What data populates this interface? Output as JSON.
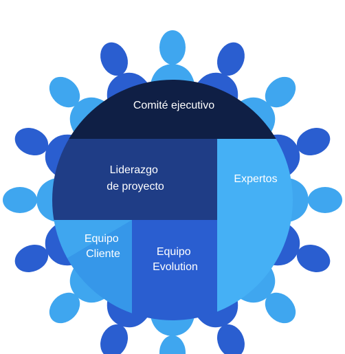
{
  "diagram": {
    "sections": [
      {
        "id": "comite",
        "lines": [
          "Comité ejecutivo"
        ]
      },
      {
        "id": "liderazgo",
        "lines": [
          "Liderazgo",
          "de proyecto"
        ]
      },
      {
        "id": "expertos",
        "lines": [
          "Expertos"
        ]
      },
      {
        "id": "equipo_cliente",
        "lines": [
          "Equipo",
          "Cliente"
        ]
      },
      {
        "id": "equipo_evolution",
        "lines": [
          "Equipo",
          "Evolution"
        ]
      }
    ],
    "colors": {
      "navy": "#0f1f45",
      "dark_blue": "#1f3d86",
      "medium_blue": "#2a5ed0",
      "light_blue": "#45b0f5",
      "sky_blue": "#3fa6ef"
    },
    "icons": [
      "person-silhouette-icon"
    ]
  }
}
